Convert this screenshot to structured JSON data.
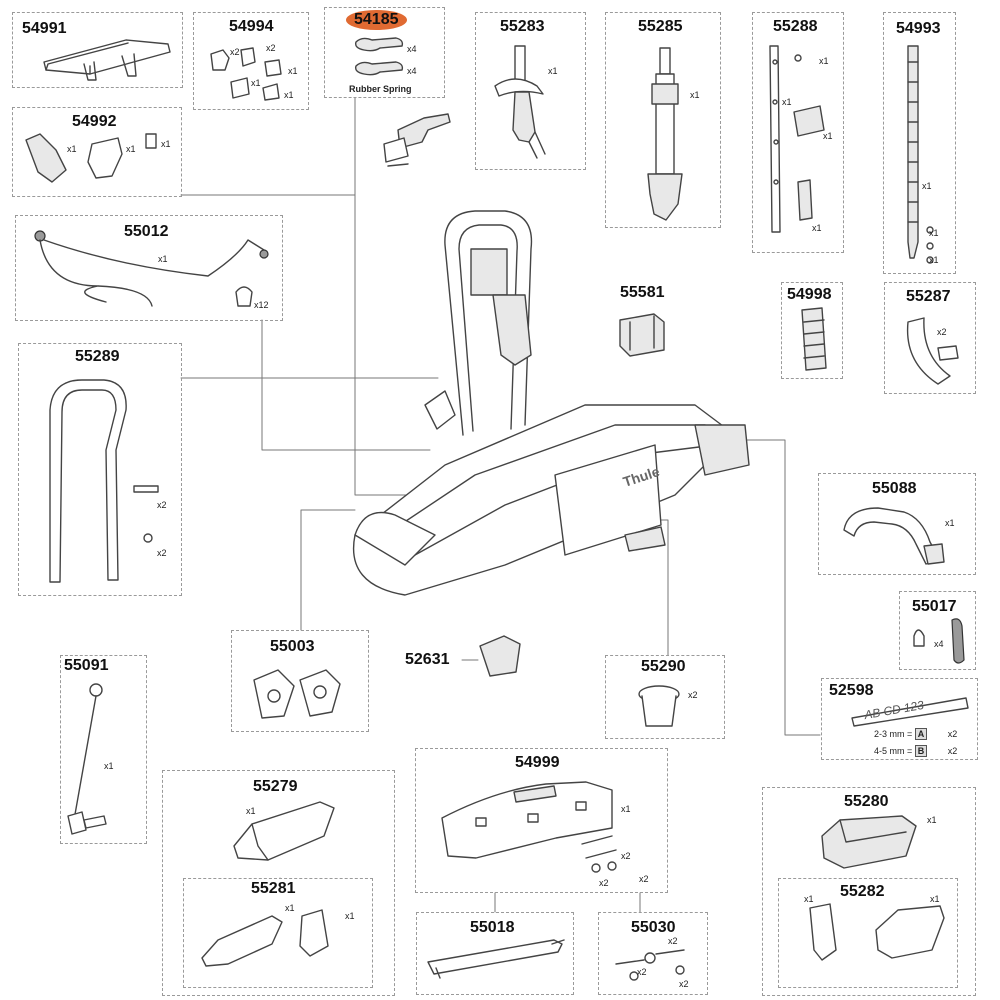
{
  "highlight_color": "#e06a32",
  "parts": {
    "p54991": {
      "number": "54991"
    },
    "p54994": {
      "number": "54994",
      "qtys": [
        "x2",
        "x2",
        "x1",
        "x1",
        "x1"
      ]
    },
    "p54185": {
      "number": "54185",
      "qtys": [
        "x4",
        "x4"
      ],
      "caption": "Rubber Spring"
    },
    "p55283": {
      "number": "55283",
      "qty": "x1"
    },
    "p55285": {
      "number": "55285",
      "qty": "x1"
    },
    "p55288": {
      "number": "55288",
      "qtys": [
        "x1",
        "x1",
        "x1",
        "x1"
      ]
    },
    "p54993": {
      "number": "54993",
      "qtys": [
        "x1",
        "x1",
        "x1"
      ]
    },
    "p54992": {
      "number": "54992",
      "qtys": [
        "x1",
        "x1",
        "x1"
      ]
    },
    "p55012": {
      "number": "55012",
      "qtys": [
        "x1",
        "x12"
      ]
    },
    "p55289": {
      "number": "55289",
      "qtys": [
        "x2",
        "x2"
      ]
    },
    "p55581": {
      "number": "55581"
    },
    "p54998": {
      "number": "54998"
    },
    "p55287": {
      "number": "55287",
      "qty": "x2"
    },
    "p55088": {
      "number": "55088",
      "qty": "x1"
    },
    "p55017": {
      "number": "55017",
      "qty": "x4"
    },
    "p52598": {
      "number": "52598",
      "plate_text": "AB CD 123",
      "spec_1": "2-3 mm =",
      "key_1": "A",
      "qty_1": "x2",
      "spec_2": "4-5 mm =",
      "key_2": "B",
      "qty_2": "x2"
    },
    "p55003": {
      "number": "55003"
    },
    "p52631": {
      "number": "52631"
    },
    "p55290": {
      "number": "55290",
      "qty": "x2"
    },
    "p55091": {
      "number": "55091",
      "qty": "x1"
    },
    "p55279": {
      "number": "55279",
      "qty": "x1"
    },
    "p55281": {
      "number": "55281",
      "qtys": [
        "x1",
        "x1"
      ]
    },
    "p54999": {
      "number": "54999",
      "qtys": [
        "x1",
        "x2",
        "x2",
        "x2"
      ]
    },
    "p55018": {
      "number": "55018"
    },
    "p55030": {
      "number": "55030",
      "qtys": [
        "x2",
        "x2",
        "x2"
      ]
    },
    "p55280": {
      "number": "55280",
      "qty": "x1"
    },
    "p55282": {
      "number": "55282",
      "qtys": [
        "x1",
        "x1"
      ]
    }
  },
  "carrier": {
    "brand": "Thule"
  }
}
